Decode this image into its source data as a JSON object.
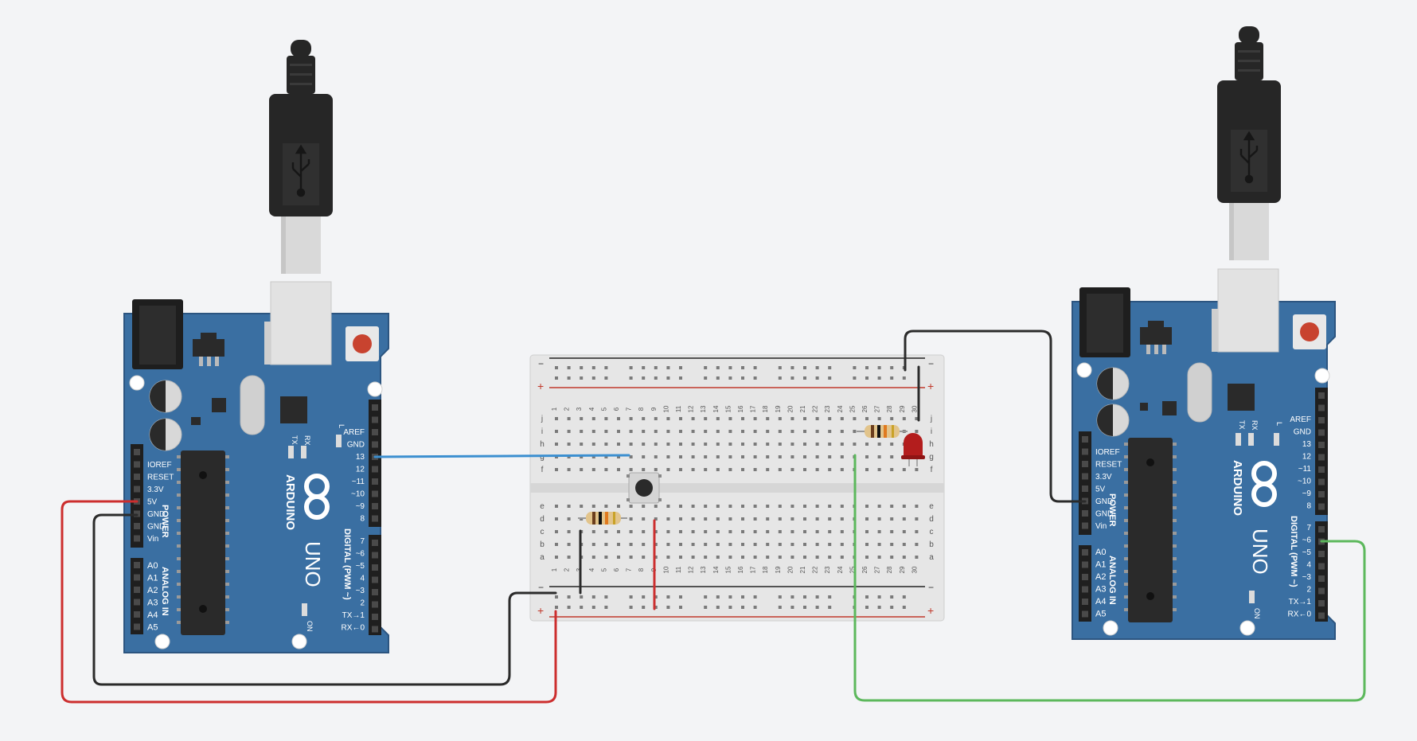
{
  "colors": {
    "background": "#f3f4f6",
    "board_blue": "#3a6fa2",
    "board_edge": "#2c5580",
    "header_black": "#1f1f1f",
    "wire_red": "#cc2e2e",
    "wire_black": "#2b2b2b",
    "wire_blue": "#3b8fd0",
    "wire_green": "#5cb85c",
    "breadboard": "#e4e4e4",
    "led_red": "#b31d1d",
    "button_red": "#c8432f",
    "usb_black": "#262626"
  },
  "icons": [
    "usb-icon",
    "arduino-infinity-logo",
    "reset-button-icon"
  ],
  "boards": [
    {
      "id": "left",
      "brand": "ARDUINO",
      "model": "UNO",
      "power_label": "POWER",
      "analog_label": "ANALOG IN",
      "digital_label": "DIGITAL (PWM ~)",
      "on_label": "ON",
      "led_labels": [
        "TX",
        "RX",
        "L"
      ],
      "power_pins": [
        "IOREF",
        "RESET",
        "3.3V",
        "5V",
        "GND",
        "GND",
        "Vin"
      ],
      "analog_pins": [
        "A0",
        "A1",
        "A2",
        "A3",
        "A4",
        "A5"
      ],
      "digital_upper": [
        "AREF",
        "GND",
        "13",
        "12",
        "~11",
        "~10",
        "~9",
        "8"
      ],
      "digital_lower": [
        "7",
        "~6",
        "~5",
        "4",
        "~3",
        "2",
        "TX→1",
        "RX←0"
      ]
    },
    {
      "id": "right",
      "brand": "ARDUINO",
      "model": "UNO",
      "power_label": "POWER",
      "analog_label": "ANALOG IN",
      "digital_label": "DIGITAL (PWM ~)",
      "on_label": "ON",
      "led_labels": [
        "TX",
        "RX",
        "L"
      ],
      "power_pins": [
        "IOREF",
        "RESET",
        "3.3V",
        "5V",
        "GND",
        "GND",
        "Vin"
      ],
      "analog_pins": [
        "A0",
        "A1",
        "A2",
        "A3",
        "A4",
        "A5"
      ],
      "digital_upper": [
        "AREF",
        "GND",
        "13",
        "12",
        "~11",
        "~10",
        "~9",
        "8"
      ],
      "digital_lower": [
        "7",
        "~6",
        "~5",
        "4",
        "~3",
        "2",
        "TX→1",
        "RX←0"
      ]
    }
  ],
  "breadboard": {
    "columns": [
      "1",
      "2",
      "3",
      "4",
      "5",
      "6",
      "7",
      "8",
      "9",
      "10",
      "11",
      "12",
      "13",
      "14",
      "15",
      "16",
      "17",
      "18",
      "19",
      "20",
      "21",
      "22",
      "23",
      "24",
      "25",
      "26",
      "27",
      "28",
      "29",
      "30"
    ],
    "rows_top": [
      "j",
      "i",
      "h",
      "g",
      "f"
    ],
    "rows_bottom": [
      "e",
      "d",
      "c",
      "b",
      "a"
    ],
    "rail_minus": "−",
    "rail_plus": "+"
  }
}
